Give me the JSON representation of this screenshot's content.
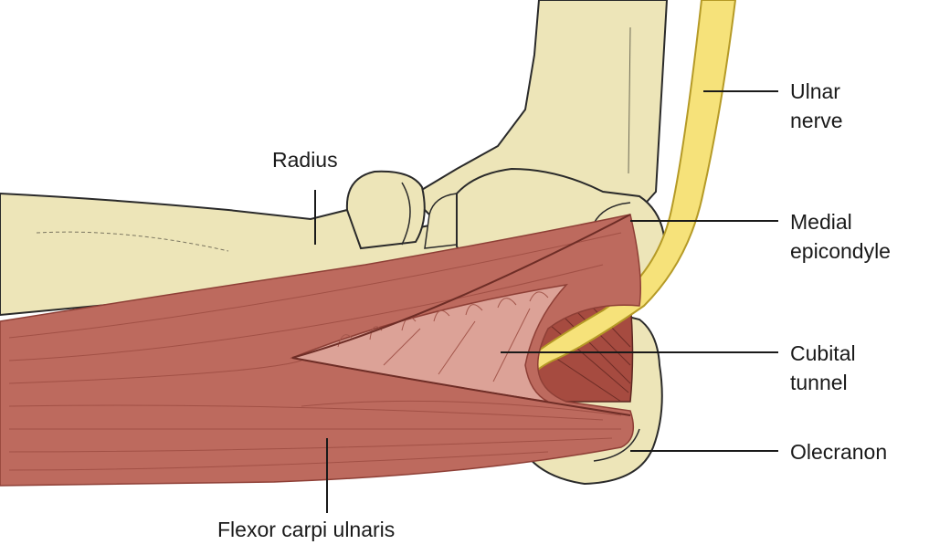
{
  "labels": {
    "radius": "Radius",
    "ulnar_nerve": [
      "Ulnar",
      "nerve"
    ],
    "medial_epicondyle": [
      "Medial",
      "epicondyle"
    ],
    "cubital_tunnel": [
      "Cubital",
      "tunnel"
    ],
    "olecranon": "Olecranon",
    "flexor_carpi_ulnaris": "Flexor carpi ulnaris"
  },
  "colors": {
    "bone": "#ede5b8",
    "bone_outline": "#2a2a2a",
    "muscle": "#bd6a5e",
    "muscle_dark": "#8e3f36",
    "muscle_light": "#dca297",
    "nerve": "#f6e27a",
    "nerve_outline": "#c9a92a",
    "leader_line": "#1a1a1a"
  }
}
